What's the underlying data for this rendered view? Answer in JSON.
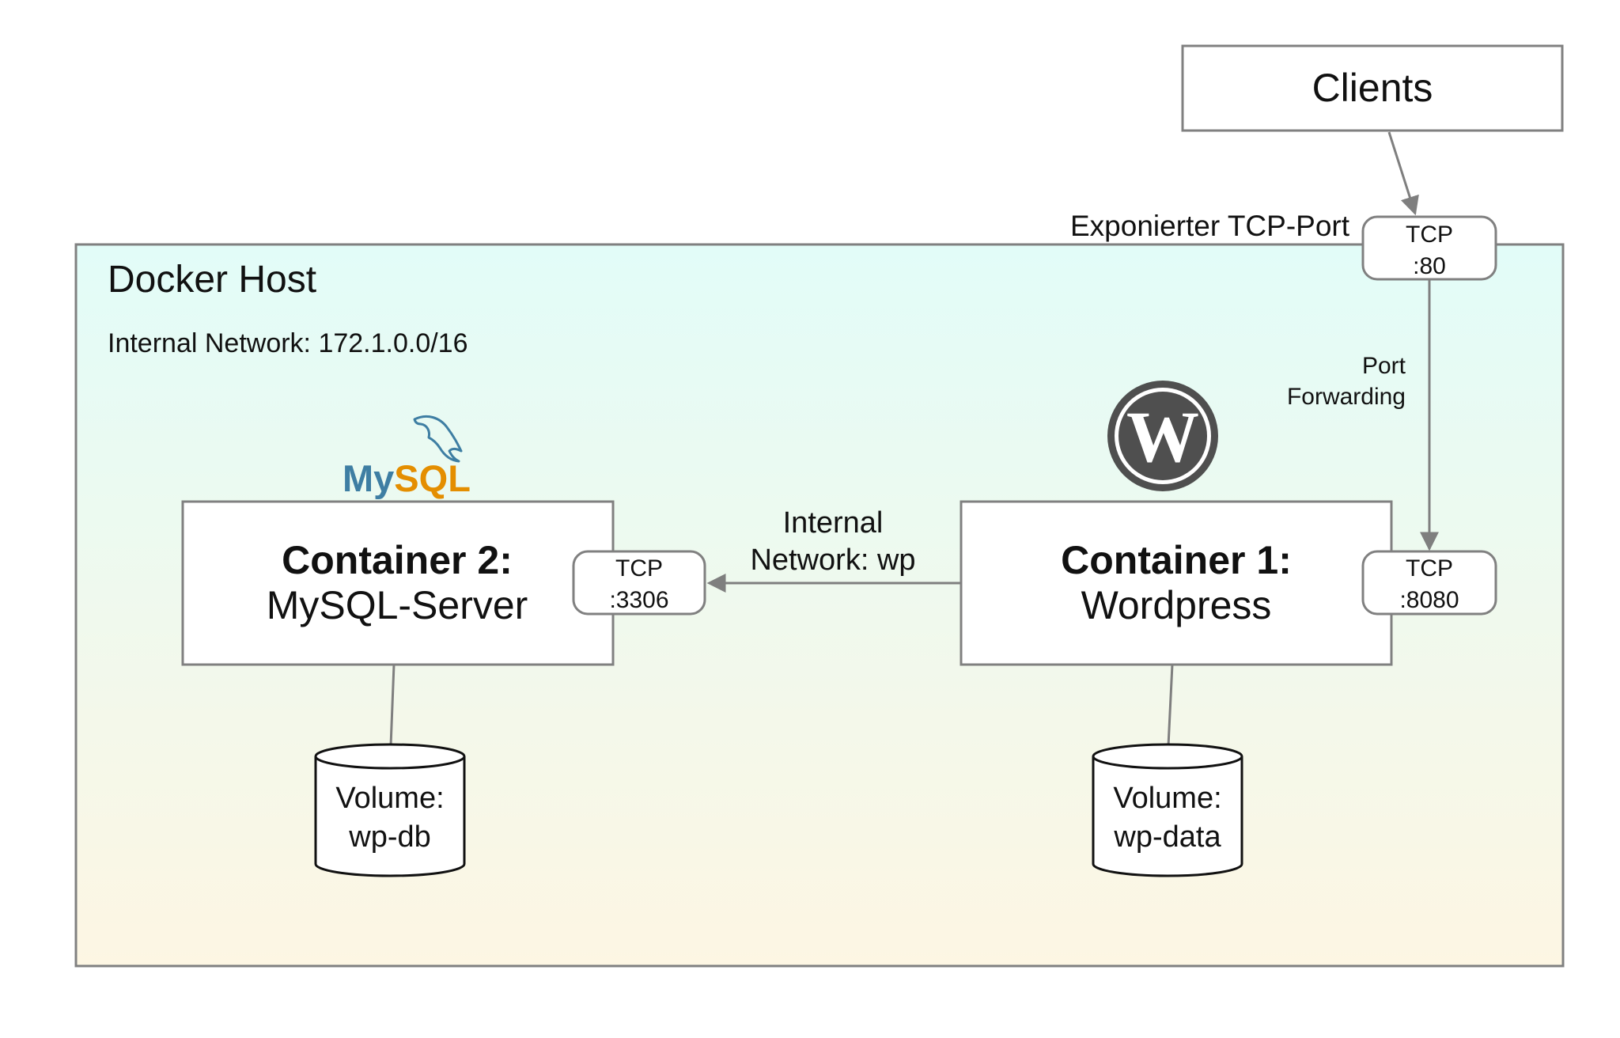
{
  "clients": {
    "label": "Clients"
  },
  "host": {
    "title": "Docker Host",
    "network_label": "Internal Network: 172.1.0.0/16",
    "exposed_port_label": "Exponierter TCP-Port",
    "port_forwarding_label": [
      "Port",
      "Forwarding"
    ]
  },
  "ports": {
    "host_80": [
      "TCP",
      ":80"
    ],
    "wp_8080": [
      "TCP",
      ":8080"
    ],
    "mysql_3306": [
      "TCP",
      ":3306"
    ]
  },
  "container_mysql": {
    "title": "Container 2:",
    "subtitle": "MySQL-Server"
  },
  "container_wp": {
    "title": "Container 1:",
    "subtitle": "Wordpress"
  },
  "internal_network": [
    "Internal",
    "Network: wp"
  ],
  "volumes": {
    "db": [
      "Volume:",
      "wp-db"
    ],
    "data": [
      "Volume:",
      "wp-data"
    ]
  },
  "logos": {
    "mysql": {
      "name": "mysql-logo",
      "text_my": "My",
      "text_sql": "SQL"
    },
    "wordpress": {
      "name": "wordpress-logo",
      "letter": "W"
    }
  },
  "colors": {
    "host_gradient_top": "#e2fcf8",
    "host_gradient_bottom": "#fdf6e3",
    "border": "#808080",
    "arrow": "#7f7f7f",
    "mysql_blue": "#3e7ea3",
    "mysql_orange": "#e48e00",
    "wordpress_gray": "#4f4f4f"
  }
}
